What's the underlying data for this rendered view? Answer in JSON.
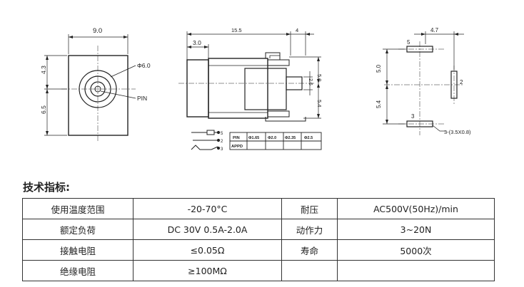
{
  "drawing": {
    "front_view": {
      "width_dim": "9.0",
      "top_height_dim": "4.3",
      "bottom_height_dim": "6.5",
      "hole_diameter_label": "Φ6.0",
      "pin_label": "PIN"
    },
    "side_view": {
      "length_dim": "15.5",
      "pin_offset_dim": "4",
      "front_dim": "3.0",
      "upper_height_dim": "5.0",
      "lower_height_dim": "5.4",
      "pin_width_dim": "2.6"
    },
    "footprint_view": {
      "width_dim": "4.7",
      "upper_dim": "5.0",
      "lower_dim": "5.4",
      "pad1_label": "5",
      "pad2_label": "2",
      "pad3_label": "3",
      "slot_label": "3-(3.5X0.8)"
    },
    "schematic": {
      "terminal_labels": [
        "5",
        "2",
        "3"
      ]
    },
    "pin_table": {
      "row1": [
        "PIN",
        "Φ1.65",
        "Φ2.0",
        "Φ2.35",
        "Φ2.5"
      ],
      "row2": [
        "APPD",
        "",
        "",
        "",
        ""
      ]
    }
  },
  "specs": {
    "title": "技术指标:",
    "rows": [
      {
        "label1": "使用温度范围",
        "value1": "-20-70°C",
        "label2": "耐压",
        "value2": "AC500V(50Hz)/min"
      },
      {
        "label1": "额定负荷",
        "value1": "DC 30V 0.5A-2.0A",
        "label2": "动作力",
        "value2": "3~20N"
      },
      {
        "label1": "接触电阻",
        "value1": "≤0.05Ω",
        "label2": "寿命",
        "value2": "5000次"
      },
      {
        "label1": "绝缘电阻",
        "value1": "≥100MΩ",
        "label2": "",
        "value2": ""
      }
    ]
  }
}
